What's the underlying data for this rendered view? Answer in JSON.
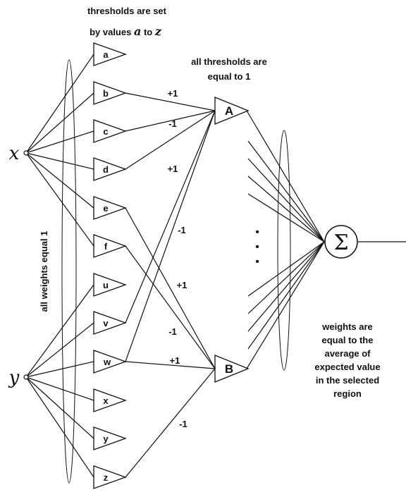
{
  "top_note": {
    "line1": "thresholds are set",
    "line2_prefix": "by values ",
    "line2_a": "a",
    "line2_mid": " to ",
    "line2_z": "z"
  },
  "mid_note": {
    "line1": "all thresholds are",
    "line2": "equal to 1"
  },
  "side_note": "all weights equal 1",
  "right_note": [
    "weights are",
    "equal to the",
    "average of",
    "expected value",
    "in the selected",
    "region"
  ],
  "inputs": {
    "x": "x",
    "y": "y"
  },
  "hidden_units": [
    "a",
    "b",
    "c",
    "d",
    "e",
    "f",
    "u",
    "v",
    "w",
    "x",
    "y",
    "z"
  ],
  "second_layer": {
    "A": "A",
    "B": "B"
  },
  "output_symbol": "Σ",
  "weights": {
    "b_A": "+1",
    "c_A": "-1",
    "d": "+1",
    "e": "-1",
    "f": "+1",
    "v": "-1",
    "w_B": "+1",
    "z": "-1"
  },
  "ellipsis": "•"
}
